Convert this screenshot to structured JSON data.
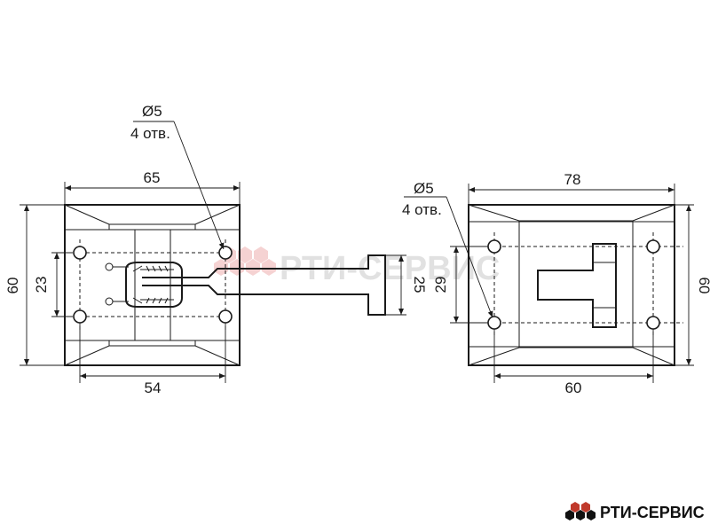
{
  "left_view": {
    "hole_spec_diameter": "Ø5",
    "hole_spec_count": "4 отв.",
    "dim_width": "65",
    "dim_height": "60",
    "dim_hole_vertical": "23",
    "dim_hole_horizontal": "54",
    "dim_hook_height": "25"
  },
  "right_view": {
    "hole_spec_diameter": "Ø5",
    "hole_spec_count": "4 отв.",
    "dim_width": "78",
    "dim_height": "60",
    "dim_hole_vertical": "29",
    "dim_hole_horizontal": "60"
  },
  "watermark": {
    "text": "РТИ-СЕРВИС"
  },
  "logo": {
    "text": "РТИ-СЕРВИС",
    "accent_color": "#c0392b"
  }
}
